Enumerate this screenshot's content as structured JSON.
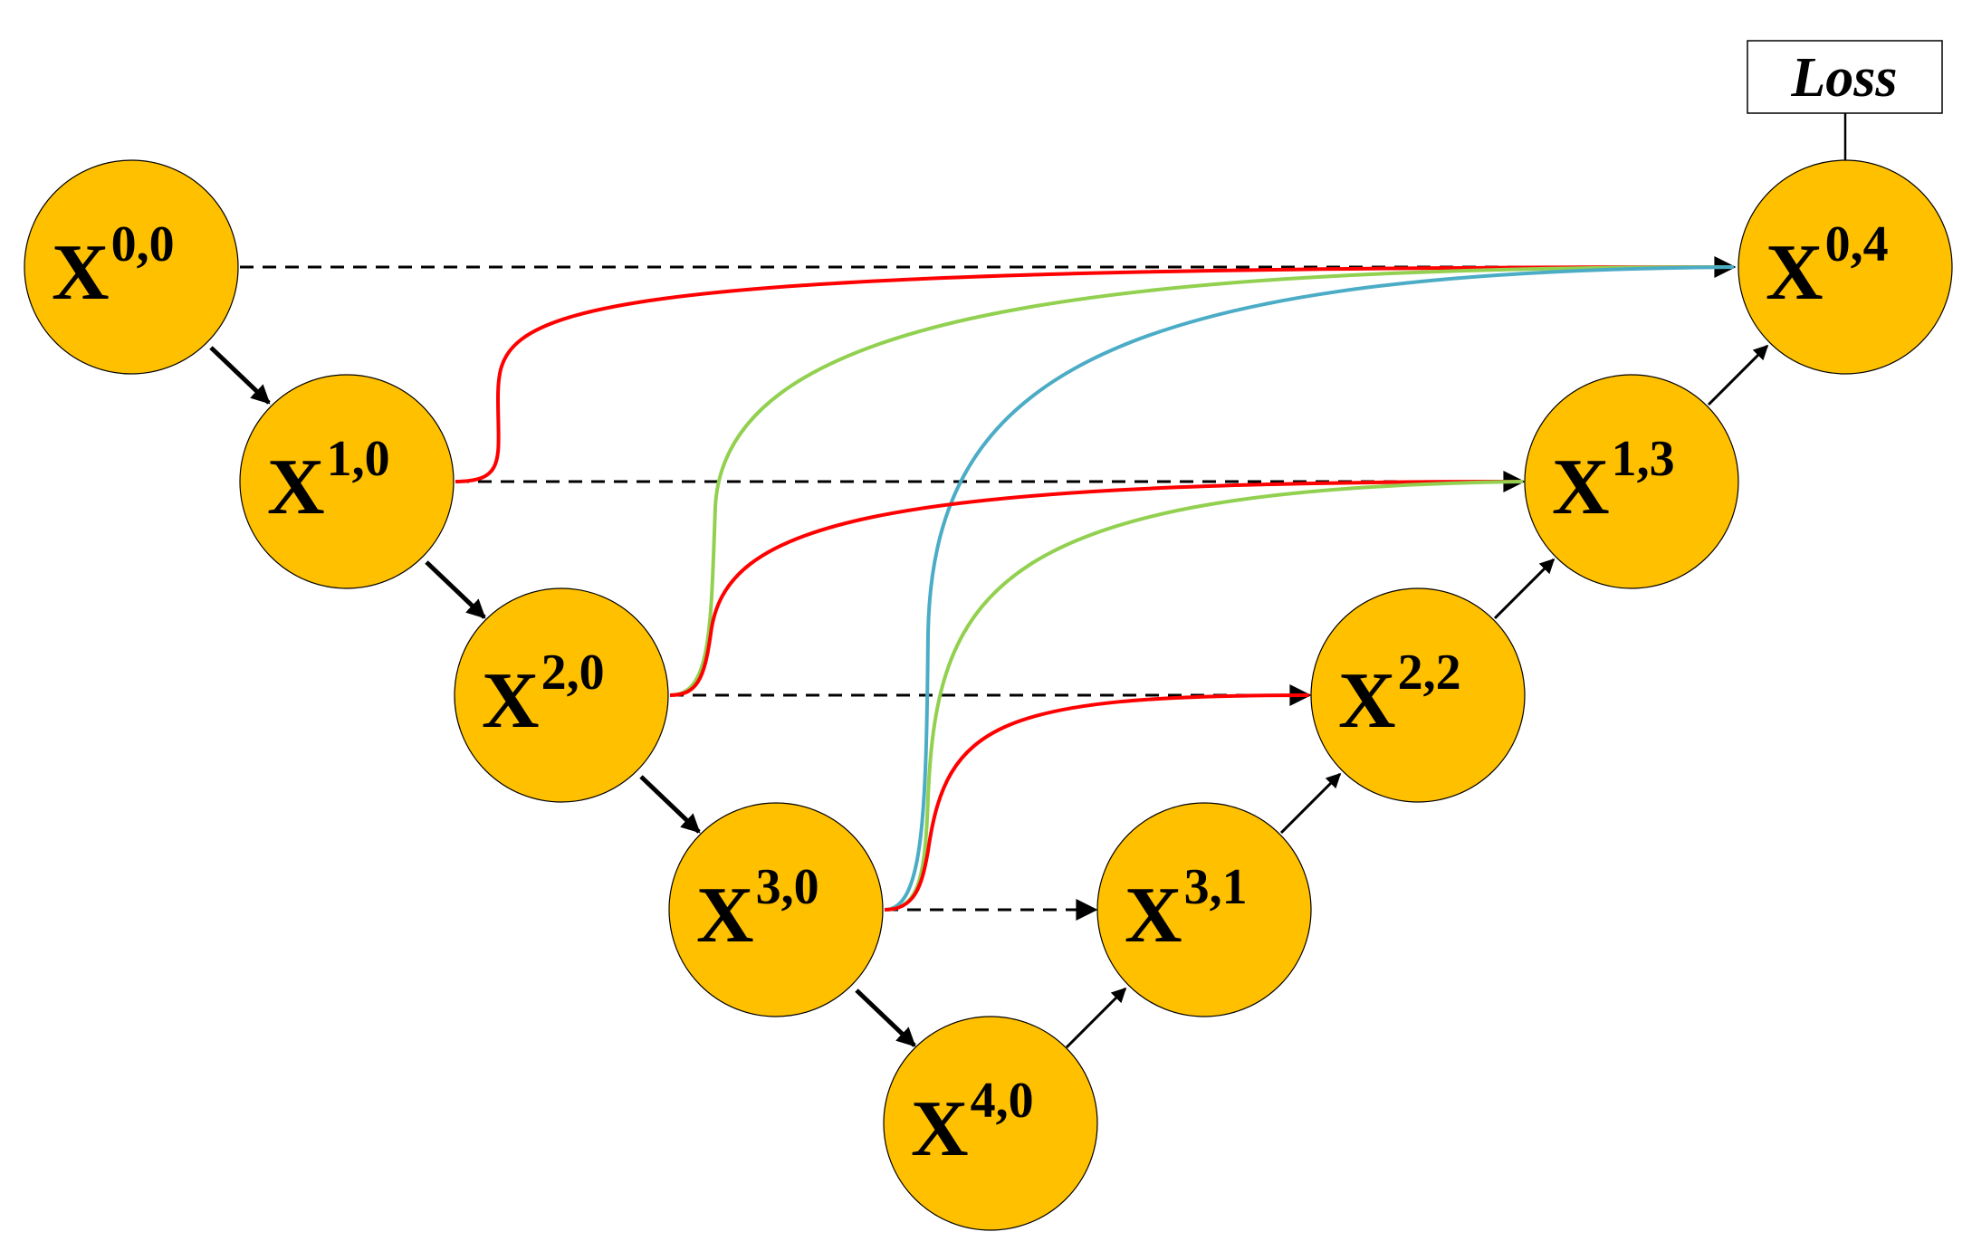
{
  "nodes": [
    {
      "id": "x00",
      "base": "X",
      "sup": "0,0"
    },
    {
      "id": "x10",
      "base": "X",
      "sup": "1,0"
    },
    {
      "id": "x20",
      "base": "X",
      "sup": "2,0"
    },
    {
      "id": "x30",
      "base": "X",
      "sup": "3,0"
    },
    {
      "id": "x40",
      "base": "X",
      "sup": "4,0"
    },
    {
      "id": "x31",
      "base": "X",
      "sup": "3,1"
    },
    {
      "id": "x22",
      "base": "X",
      "sup": "2,2"
    },
    {
      "id": "x13",
      "base": "X",
      "sup": "1,3"
    },
    {
      "id": "x04",
      "base": "X",
      "sup": "0,4"
    }
  ],
  "loss": {
    "label": "Loss"
  },
  "colors": {
    "node_fill": "#FFC000",
    "red": "#FF0000",
    "green": "#92D050",
    "blue": "#4BACC6"
  }
}
